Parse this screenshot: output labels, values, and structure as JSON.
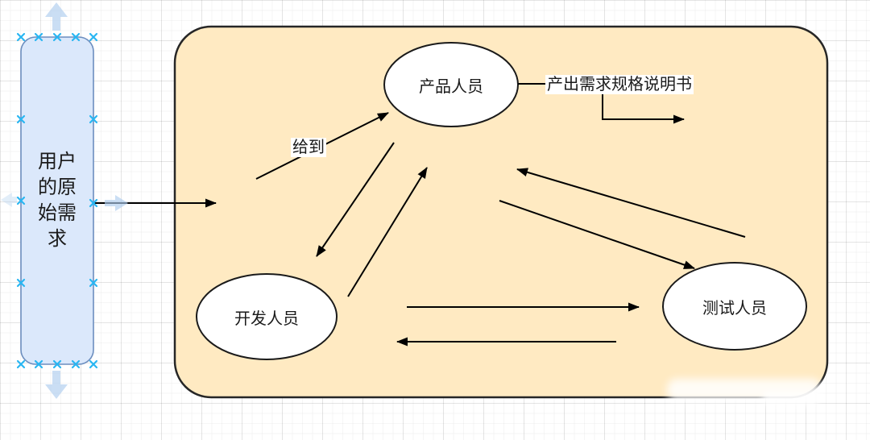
{
  "diagram": {
    "nodes": {
      "user_requirement": {
        "label": "用户的原始需求",
        "fill": "#dbe8fb",
        "border": "#6c8ebf",
        "selected": true
      },
      "team_container": {
        "label": "",
        "fill": "#ffeac2",
        "border": "#262626"
      },
      "product": {
        "label": "产品人员",
        "fill": "#ffffff",
        "border": "#1a1a1a"
      },
      "dev": {
        "label": "开发人员",
        "fill": "#ffffff",
        "border": "#1a1a1a"
      },
      "test": {
        "label": "测试人员",
        "fill": "#ffffff",
        "border": "#1a1a1a"
      }
    },
    "edges": [
      {
        "from": "user_requirement",
        "to": "team_container",
        "label": ""
      },
      {
        "from": "user_requirement",
        "to": "product",
        "label": "给到"
      },
      {
        "from": "product",
        "to": "dev",
        "label": ""
      },
      {
        "from": "dev",
        "to": "product",
        "label": ""
      },
      {
        "from": "test",
        "to": "product",
        "label": ""
      },
      {
        "from": "product",
        "to": "test",
        "label": ""
      },
      {
        "from": "dev",
        "to": "test",
        "label": ""
      },
      {
        "from": "test",
        "to": "dev",
        "label": ""
      },
      {
        "from": "product",
        "to": "document_output",
        "label": "产出需求规格说明书"
      }
    ],
    "colors": {
      "container_fill": "#ffeac2",
      "container_border": "#262626",
      "ellipse_fill": "#ffffff",
      "ellipse_border": "#1a1a1a",
      "blue_fill": "#dbe8fb",
      "blue_border": "#6c8ebf",
      "arrow": "#000000",
      "handle": "#29b6f2",
      "nav_arrow": "#aecdee"
    }
  }
}
